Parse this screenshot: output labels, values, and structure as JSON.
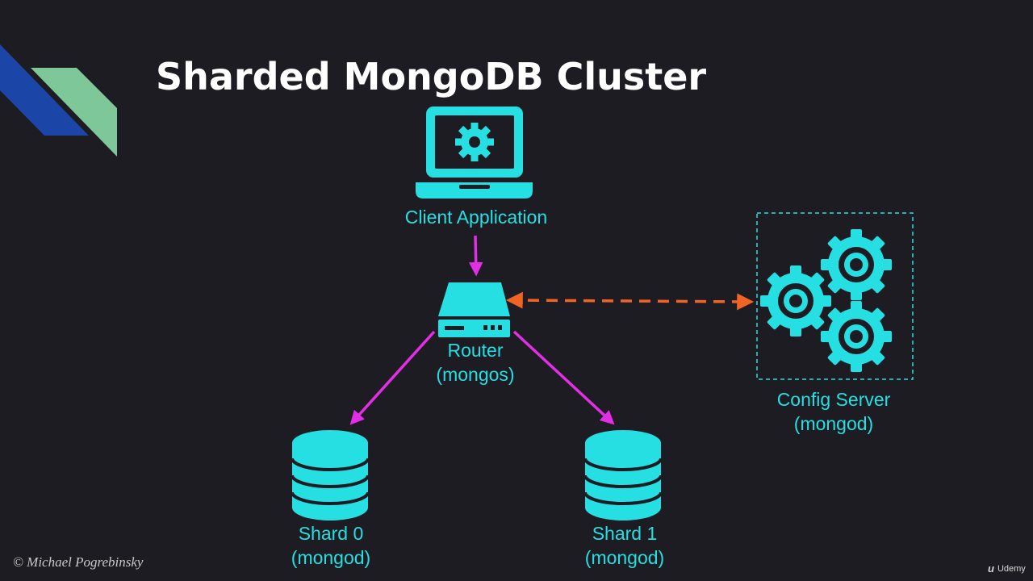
{
  "slide": {
    "title": "Sharded MongoDB Cluster",
    "copyright": "© Michael Pogrebinsky",
    "brand": "Udemy"
  },
  "colors": {
    "background": "#1c1c22",
    "icon": "#25dfe3",
    "label": "#25dfe3",
    "query_arrow": "#e22fe6",
    "config_link": "#f06525",
    "accent_blue": "#1b46a8",
    "accent_green": "#7dc799"
  },
  "nodes": {
    "client": {
      "line1": "Client Application",
      "icon": "laptop-gear-icon"
    },
    "router": {
      "line1": "Router",
      "line2": "(mongos)",
      "icon": "router-icon"
    },
    "config": {
      "line1": "Config Server",
      "line2": "(mongod)",
      "icon": "gears-icon"
    },
    "shard0": {
      "line1": "Shard 0",
      "line2": "(mongod)",
      "icon": "database-icon"
    },
    "shard1": {
      "line1": "Shard 1",
      "line2": "(mongod)",
      "icon": "database-icon"
    }
  }
}
